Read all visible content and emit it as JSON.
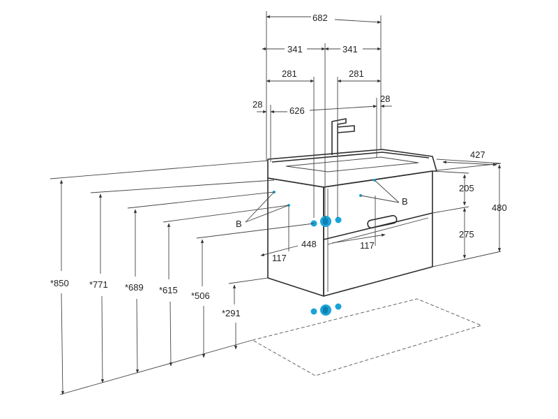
{
  "dimensions": {
    "width_total": "682",
    "half_left": "341",
    "half_right": "341",
    "inner_left": "281",
    "inner_right": "281",
    "margin_left": "28",
    "bowl_width": "626",
    "margin_right": "28",
    "depth": "427",
    "drawer_top": "205",
    "drawer_bottom": "275",
    "cabinet_height": "480",
    "h850": "*850",
    "h771": "*771",
    "h689": "*689",
    "h615": "*615",
    "h506": "*506",
    "h291": "*291",
    "spacing_448": "448",
    "offset_117_left": "117",
    "offset_117_right": "117"
  },
  "labels": {
    "b_left": "B",
    "b_right": "B"
  },
  "colors": {
    "line": "#2b2b2b",
    "connection": "#1aa3d9",
    "connection_dark": "#0d7fb0"
  }
}
